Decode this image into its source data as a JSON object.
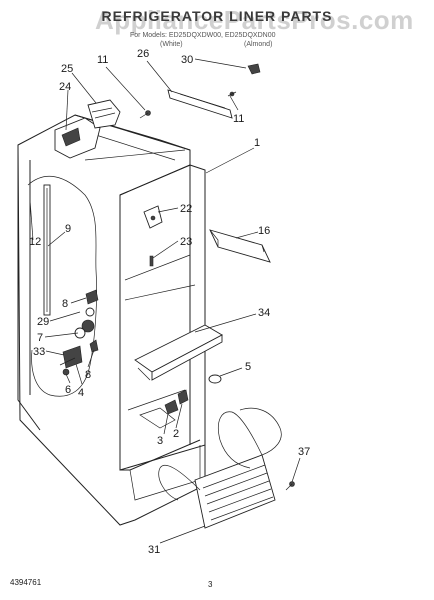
{
  "header": {
    "title": "REFRIGERATOR LINER PARTS",
    "watermark": "AppliancePartsPros.com",
    "models": "For Models: ED25DQXDW00, ED25DQXDN00",
    "color_white": "(White)",
    "color_almond": "(Almond)"
  },
  "footer": {
    "doc_number": "4394761",
    "page_number": "3"
  },
  "callouts": [
    "30",
    "26",
    "11",
    "25",
    "24",
    "11",
    "1",
    "22",
    "16",
    "23",
    "9",
    "12",
    "8",
    "29",
    "34",
    "7",
    "33",
    "8",
    "5",
    "6",
    "4",
    "3",
    "2",
    "37",
    "31"
  ]
}
